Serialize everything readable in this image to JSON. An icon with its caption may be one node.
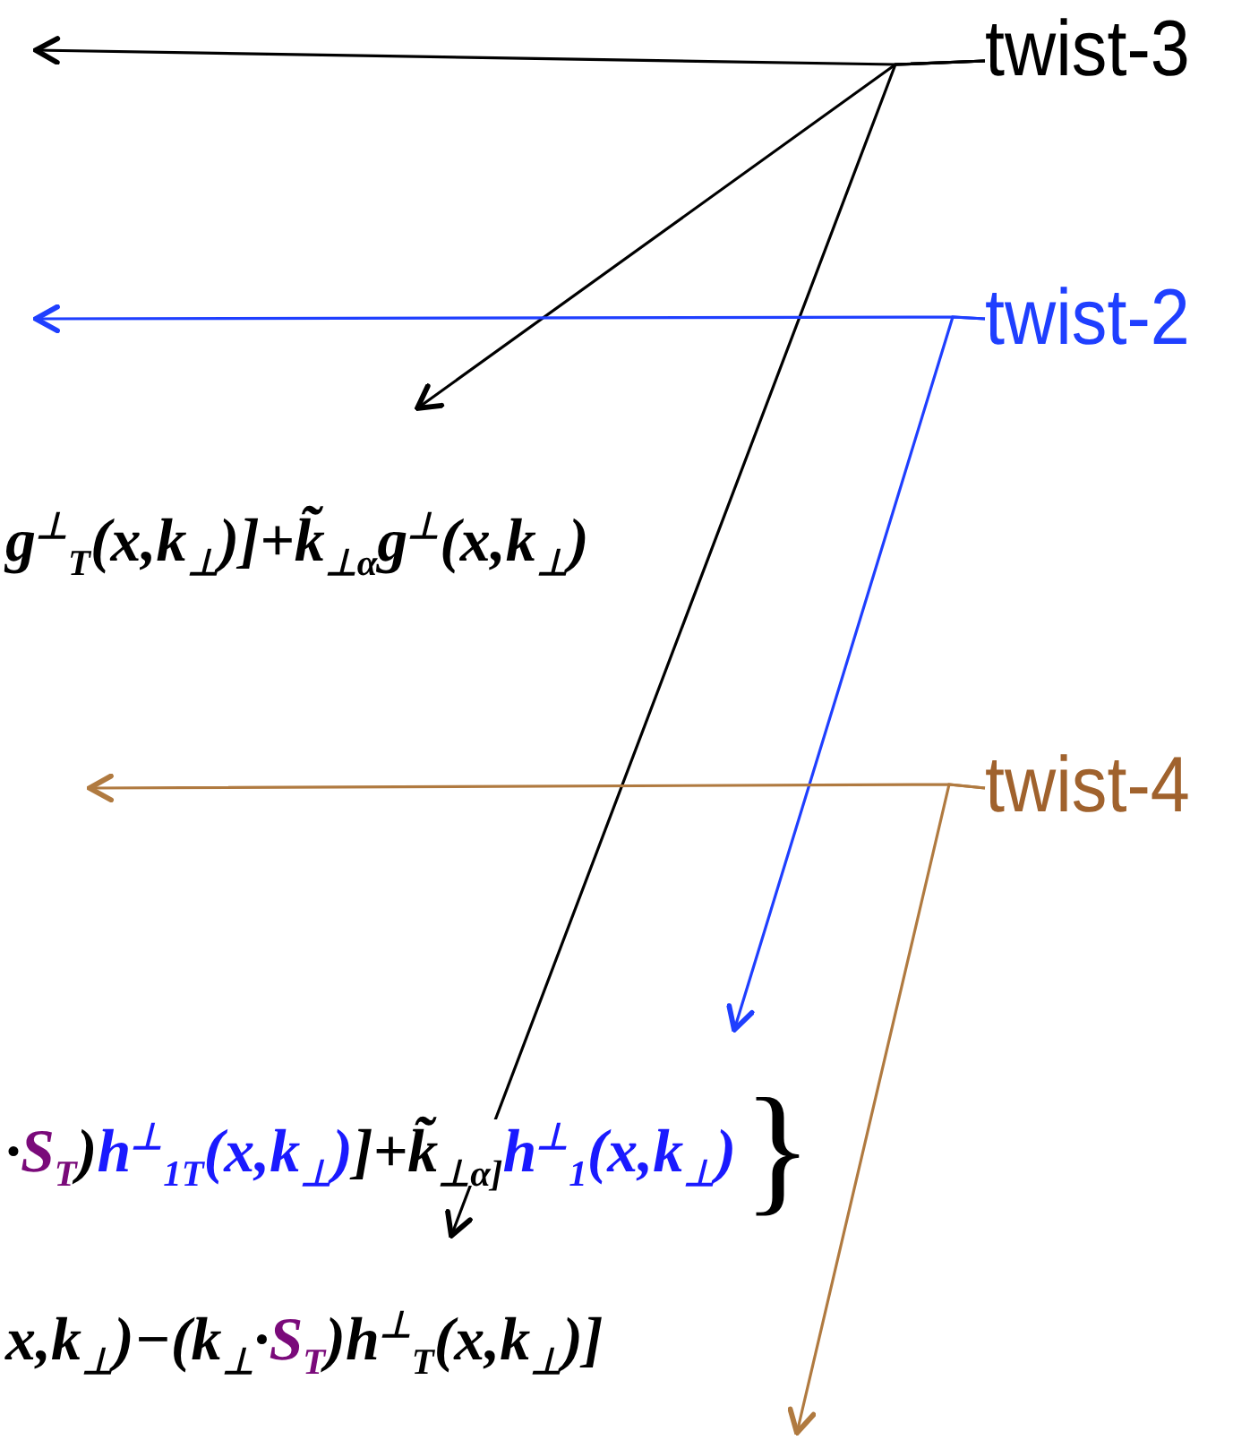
{
  "diagram": {
    "nodes": [
      {
        "text": [
          "twist-3"
        ]
      },
      {
        "text": [
          "twist-2"
        ]
      },
      {
        "text": [
          "twist-4"
        ]
      }
    ],
    "edges": [
      {
        "from": 0,
        "to": null,
        "arrow": "to"
      },
      {
        "from": 0,
        "to": null,
        "arrow": "to"
      },
      {
        "from": 0,
        "to": null,
        "arrow": "to"
      },
      {
        "from": 1,
        "to": null,
        "arrow": "to",
        "color": "#1f3fff"
      },
      {
        "from": 1,
        "to": null,
        "arrow": "to",
        "color": "#1f3fff"
      },
      {
        "from": 2,
        "to": null,
        "arrow": "to",
        "color": "#b07a40"
      },
      {
        "from": 2,
        "to": null,
        "arrow": "to",
        "color": "#b07a40"
      }
    ],
    "labels": [
      "g$^{⊥}$$_{T}$(x,k$_{⊥}$)]+k̃$_{⊥α}$g$^{⊥}$(x,k$_{⊥}$)",
      "·",
      "S$_{T}$",
      ")",
      "h$^{⊥}$$_{1T}$(x,k$_{⊥}$)",
      "]+k̃$_{⊥α]}$",
      "h$^{⊥}$$_{1}$(x,k$_{⊥}$)",
      "}",
      "x,k$_{⊥}$)−(k$_{⊥}$·",
      "S$_{T}$",
      ")h$^{⊥}$$_{T}$(x,k$_{⊥}$)]"
    ]
  }
}
